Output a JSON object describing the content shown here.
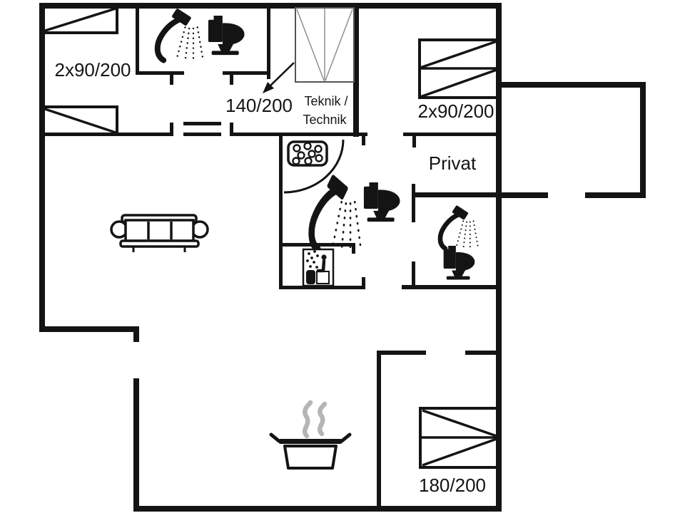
{
  "plan": {
    "background": "#ffffff",
    "wall_color": "#141414",
    "steam_color": "#b5b5b5",
    "window_line_color": "#8f8f8f",
    "rooms": {
      "bedroom_top_left": {
        "bed_size": "2x90/200"
      },
      "hall": {
        "bed_size": "140/200"
      },
      "technics": {
        "name_line1": "Teknik /",
        "name_line2": "Technik"
      },
      "bedroom_top_right": {
        "bed_size": "2x90/200"
      },
      "private_room": {
        "name": "Privat"
      },
      "bedroom_bottom": {
        "bed_size": "180/200"
      }
    },
    "icons": [
      "shower-icon",
      "toilet-icon",
      "whirlpool-icon",
      "sauna-icon",
      "cooking-pot-icon",
      "steam-icon",
      "sofa",
      "bed-symbol",
      "window-symbol",
      "sliding-door-symbol",
      "bed-size-arrow"
    ]
  }
}
